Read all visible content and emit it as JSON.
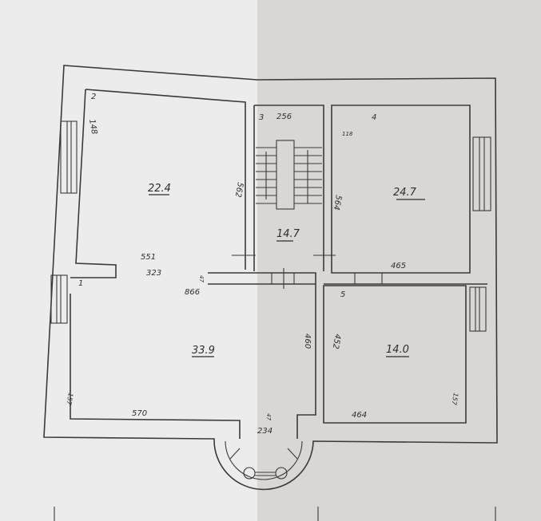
{
  "plan": {
    "rooms": [
      {
        "number": "1",
        "area": "33.9"
      },
      {
        "number": "2",
        "area": "22.4"
      },
      {
        "number": "3",
        "area": "14.7"
      },
      {
        "number": "4",
        "area": "24.7"
      },
      {
        "number": "5",
        "area": "14.0"
      }
    ],
    "dimensions": {
      "room2_left": "148",
      "room2_right": "562",
      "room2_width": "551",
      "room1_depth_upper": "323",
      "room1_total": "866",
      "opening_small": "47",
      "stair_width": "256",
      "room4_left": "564",
      "room4_corner": "118",
      "room4_width": "465",
      "room1_right": "460",
      "room5_left": "452",
      "room1_width": "570",
      "room5_width": "464",
      "room1_left_bottom": "157",
      "room5_right_bottom": "157",
      "bay_width": "234",
      "bay_side": "47"
    },
    "colors": {
      "left_sheet": "#ececed",
      "right_sheet": "#d9d6d3",
      "ink": "#3a3a3e"
    }
  }
}
